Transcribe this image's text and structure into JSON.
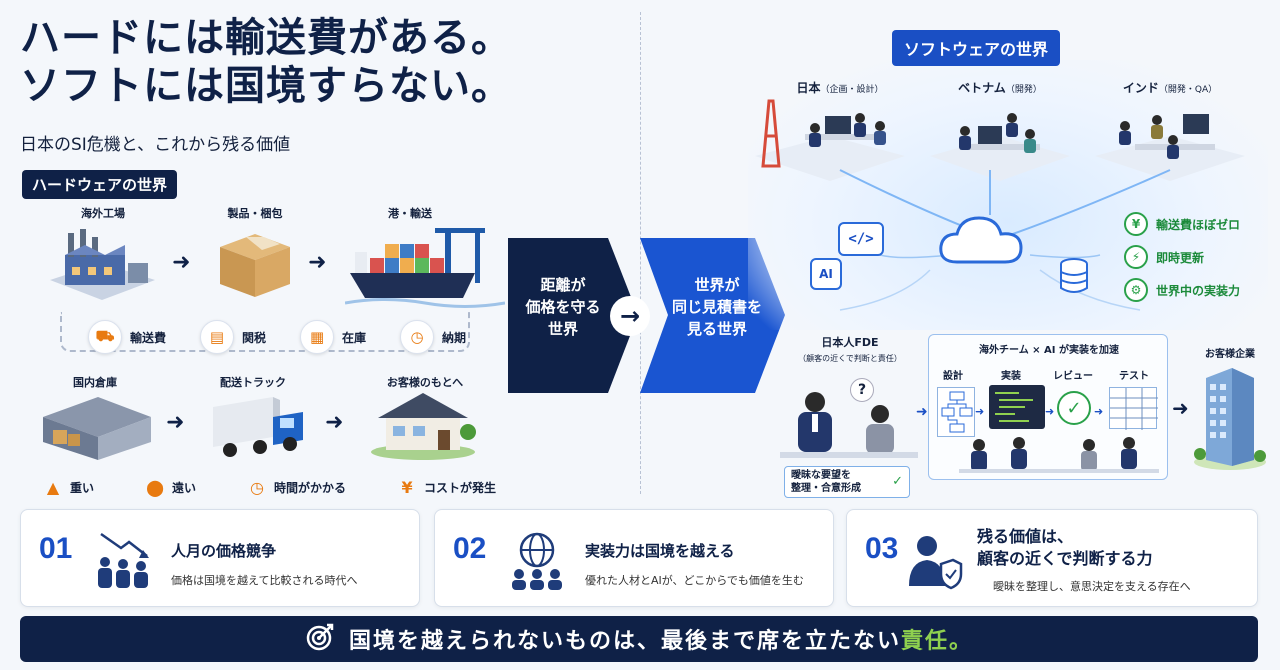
{
  "header": {
    "title_line1": "ハードには輸送費がある。",
    "title_line2": "ソフトには国境すらない。",
    "subtitle": "日本のSI危機と、これから残る価値"
  },
  "hardware": {
    "tag": "ハードウェアの世界",
    "flow_top": [
      {
        "label": "海外工場",
        "icon": "factory-icon"
      },
      {
        "label": "製品・梱包",
        "icon": "box-icon"
      },
      {
        "label": "港・輸送",
        "icon": "ship-icon"
      }
    ],
    "costs": [
      {
        "label": "輸送費",
        "icon": "truck-fee-icon"
      },
      {
        "label": "関税",
        "icon": "document-icon"
      },
      {
        "label": "在庫",
        "icon": "boxes-icon"
      },
      {
        "label": "納期",
        "icon": "clock-icon"
      }
    ],
    "flow_bottom": [
      {
        "label": "国内倉庫",
        "icon": "warehouse-icon"
      },
      {
        "label": "配送トラック",
        "icon": "truck-icon"
      },
      {
        "label": "お客様のもとへ",
        "icon": "house-icon"
      }
    ],
    "risks": [
      {
        "label": "重い",
        "icon": "warning-icon"
      },
      {
        "label": "遠い",
        "icon": "pin-icon"
      },
      {
        "label": "時間がかかる",
        "icon": "clock-icon"
      },
      {
        "label": "コストが発生",
        "icon": "yen-icon"
      }
    ]
  },
  "middle": {
    "left_text": "距離が\n価格を守る\n世界",
    "right_text": "世界が\n同じ見積書を\n見る世界",
    "arrow": "→"
  },
  "software": {
    "tag": "ソフトウェアの世界",
    "regions": [
      {
        "label": "日本",
        "sub": "（企画・設計）"
      },
      {
        "label": "ベトナム",
        "sub": "（開発）"
      },
      {
        "label": "インド",
        "sub": "（開発・QA）"
      }
    ],
    "code_icon": "</>",
    "ai_icon": "AI",
    "benefits": [
      {
        "label": "輸送費ほぼゼロ",
        "icon": "¥"
      },
      {
        "label": "即時更新",
        "icon": "⚡"
      },
      {
        "label": "世界中の実装力",
        "icon": "⚙"
      }
    ],
    "fde": {
      "title": "日本人FDE",
      "sub": "（顧客の近くで判断と責任）",
      "bubble": "?",
      "note_line1": "曖昧な要望を",
      "note_line2": "整理・合意形成"
    },
    "team": {
      "title": "海外チーム × AI が実装を加速",
      "steps": [
        "設計",
        "実装",
        "レビュー",
        "テスト"
      ]
    },
    "client": "お客様企業"
  },
  "cards": [
    {
      "num": "01",
      "title": "人月の価格競争",
      "sub": "価格は国境を越えて比較される時代へ",
      "icon": "people-down-icon"
    },
    {
      "num": "02",
      "title": "実装力は国境を越える",
      "sub": "優れた人材とAIが、どこからでも価値を生む",
      "icon": "globe-people-icon"
    },
    {
      "num": "03",
      "title_line1": "残る価値は、",
      "title_line2": "顧客の近くで判断する力",
      "sub": "曖昧を整理し、意思決定を支える存在へ",
      "icon": "person-shield-icon"
    }
  ],
  "footer": {
    "text_main": "国境を越えられないものは、最後まで席を立たない",
    "text_accent": "責任。",
    "accent_color": "#8fd14f"
  }
}
